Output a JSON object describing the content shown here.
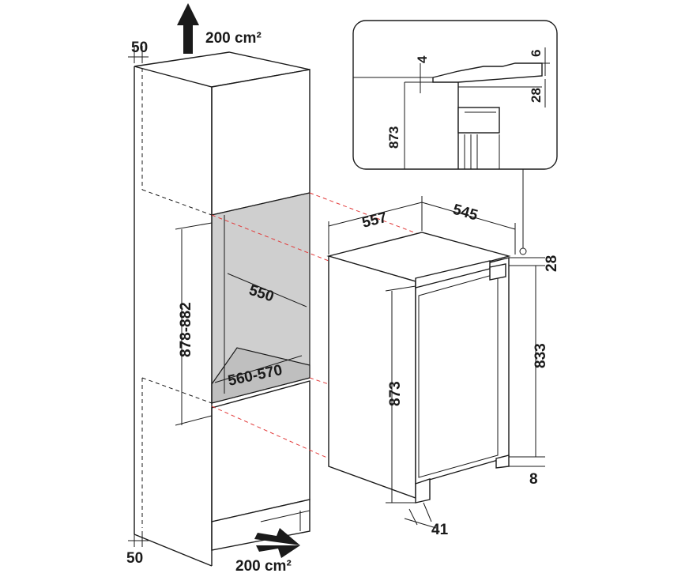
{
  "airflow": {
    "top_area": "200 cm²",
    "bottom_area": "200 cm²"
  },
  "cabinet": {
    "top_clearance": "50",
    "bottom_clearance": "50",
    "niche_height": "878-882",
    "niche_depth": "550",
    "niche_width": "560-570"
  },
  "appliance": {
    "depth_total": "557",
    "depth_body": "545",
    "top_strip": "28",
    "height_body": "833",
    "height_door": "873",
    "foot_height": "8",
    "door_offset": "41"
  },
  "detail_inset": {
    "gap": "4",
    "ledge": "6",
    "strip": "28",
    "height": "873"
  },
  "colors": {
    "line": "#1a1a1a",
    "guide_dash": "#e23a3a",
    "cavity": "#cfcfcf"
  }
}
